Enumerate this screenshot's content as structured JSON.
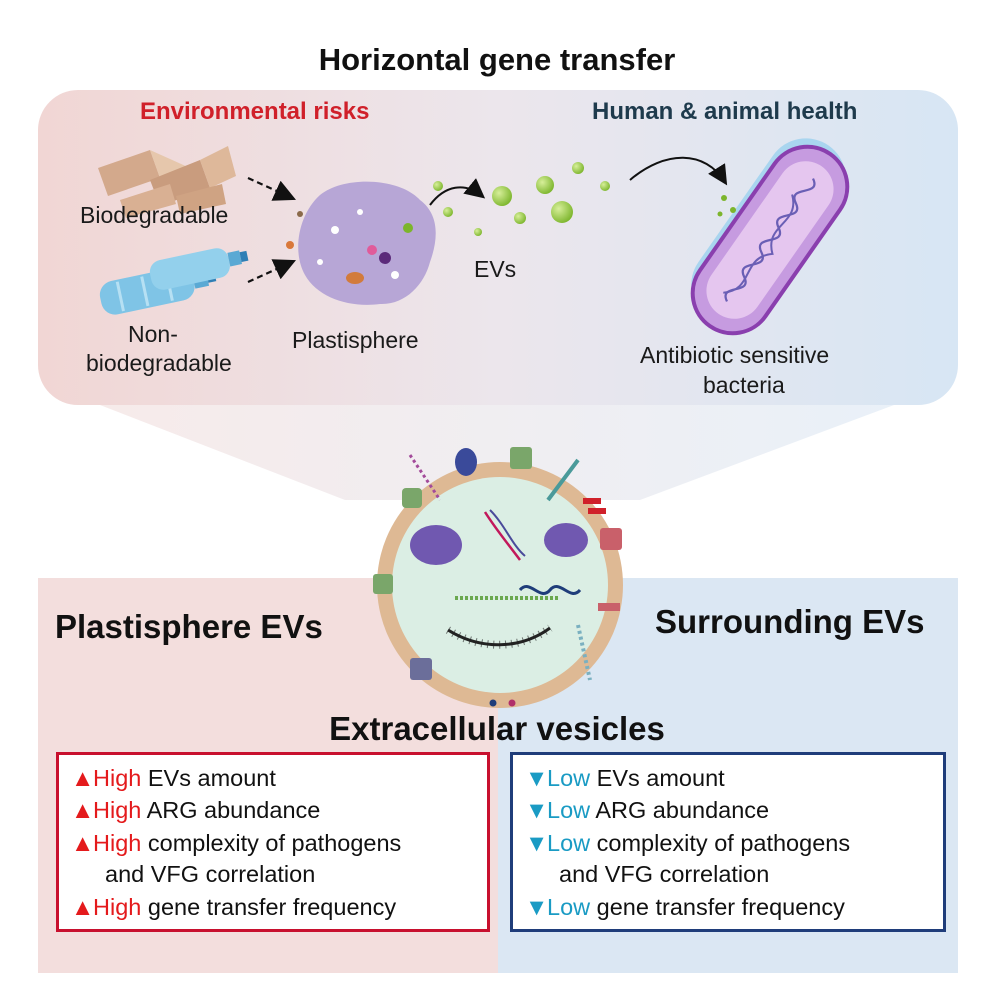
{
  "title": "Horizontal gene transfer",
  "top": {
    "environmental_risks": "Environmental risks",
    "human_animal_health": "Human & animal health",
    "biodegradable": "Biodegradable",
    "non_line1": "Non-",
    "non_line2": "biodegradable",
    "plastisphere": "Plastisphere",
    "evs": "EVs",
    "bacteria_line1": "Antibiotic sensitive",
    "bacteria_line2": "bacteria"
  },
  "middle": {
    "plastisphere_evs": "Plastisphere EVs",
    "surrounding_evs": "Surrounding EVs",
    "extracellular_vesicles": "Extracellular vesicles"
  },
  "left_box": {
    "items": [
      {
        "keyword": "High",
        "text": " EVs amount"
      },
      {
        "keyword": "High",
        "text": " ARG abundance"
      },
      {
        "keyword": "High",
        "text": " complexity of pathogens"
      },
      {
        "keyword": "",
        "text": "and VFG correlation"
      },
      {
        "keyword": "High",
        "text": " gene transfer frequency"
      }
    ]
  },
  "right_box": {
    "items": [
      {
        "keyword": "Low",
        "text": " EVs amount"
      },
      {
        "keyword": "Low",
        "text": " ARG abundance"
      },
      {
        "keyword": "Low",
        "text": " complexity of pathogens"
      },
      {
        "keyword": "",
        "text": "and VFG correlation"
      },
      {
        "keyword": "Low",
        "text": " gene transfer frequency"
      }
    ]
  },
  "icons": {
    "up": "▲",
    "down": "▼"
  },
  "colors": {
    "high_red": "#e41a1c",
    "low_blue": "#1a9bc4",
    "left_border": "#c8102e",
    "right_border": "#1f3d7a",
    "left_panel": "#f3dedd",
    "right_panel": "#dbe7f3"
  }
}
